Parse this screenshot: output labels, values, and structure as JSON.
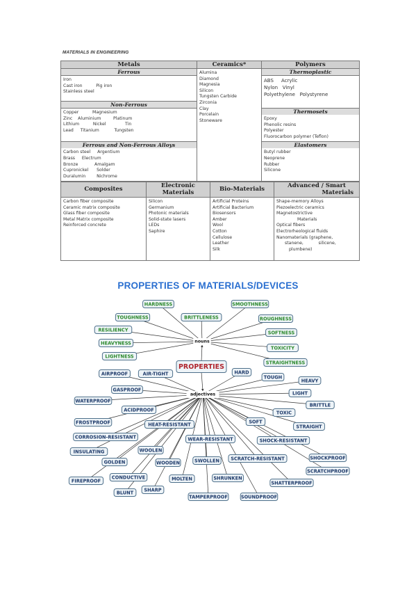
{
  "document": {
    "title": "MATERIALS IN ENGINEERING",
    "properties_title": "PROPERTIES OF MATERIALS/DEVICES"
  },
  "materials_top": {
    "metals": {
      "header": "Metals",
      "ferrous_header": "Ferrous",
      "ferrous_lines": [
        "Iron",
        "Cast iron          Pig iron",
        "Stainless steel"
      ],
      "nonferrous_header": "Non-Ferrous",
      "nonferrous_lines": [
        "Copper          Magnesium",
        "Zinc    Aluminium         Platinum",
        "Lithium          Nickel              Tin",
        "Lead     Titanium           Tungsten"
      ],
      "alloys_header": "Ferrous and Non-Ferrous Alloys",
      "alloys_lines": [
        "Carbon steel     Argentium",
        "Brass     Electrum",
        "Bronze            Amalgam",
        "Cupronickel      Solder",
        "Duralumin        Nichrome"
      ]
    },
    "ceramics": {
      "header": "Ceramics*",
      "items": [
        "Alumina",
        "Diamond",
        "Magnesia",
        "Silicon",
        "Tungsten Carbide",
        "Zirconia",
        "Clay",
        "Porcelain",
        "Stoneware"
      ]
    },
    "polymers": {
      "header": "Polymers",
      "thermoplastic_header": "Thermoplastic",
      "thermoplastic_lines": [
        "ABS     Acrylic",
        "Nylon   Vinyl",
        "Polyethylene   Polystyrene"
      ],
      "thermosets_header": "Thermosets",
      "thermosets_lines": [
        "Epoxy",
        "Phenolic resins",
        "Polyester",
        "Fluorocarbon polymer (Teflon)"
      ],
      "elastomers_header": "Elastomers",
      "elastomers_lines": [
        "Butyl rubber",
        "Neoprene",
        "Rubber",
        "Silicone"
      ]
    }
  },
  "materials_bottom": {
    "composites": {
      "header": "Composites",
      "items": [
        "Carbon fiber composite",
        "Ceramic matrix composite",
        "Glass fiber composite",
        "Metal Matrix composite",
        "Reinforced concrete"
      ]
    },
    "electronic": {
      "header_line1": "Electronic",
      "header_line2": "Materials",
      "items": [
        "Silicon",
        "Germanium",
        "Photonic materials",
        "Solid-state lasers",
        "LEDs",
        "Saphire"
      ]
    },
    "bio": {
      "header": "Bio-Materials",
      "items": [
        "Artificial Proteins",
        "Artificial Bacterium",
        "Biosensors",
        "Amber",
        "Wool",
        "Cotton",
        "Cellulose",
        "Leather",
        "Silk"
      ]
    },
    "smart": {
      "header_line1": "Advanced / Smart",
      "header_line2": "Materials",
      "items": [
        "Shape-memory Alloys",
        "Piezoelectric ceramics",
        "Magnetostrictive",
        "Materials",
        "Optical fibers",
        "Electrorheological fluids",
        "Nanomaterials (graphene,",
        "stanene,           silicene,",
        "plumbene)"
      ]
    }
  },
  "concept_map": {
    "center": "PROPERTIES",
    "nouns_hub": "nouns",
    "adjectives_hub": "adjectives",
    "nouns": [
      "HARDNESS",
      "SMOOTHNESS",
      "TOUGHNESS",
      "BRITTLENESS",
      "ROUGHNESS",
      "RESILIENCY",
      "SOFTNESS",
      "HEAVYNESS",
      "TOXICITY",
      "LIGHTNESS",
      "STRAIGHTNESS"
    ],
    "adjectives": [
      "AIRPROOF",
      "AIR-TIGHT",
      "HARD",
      "TOUGH",
      "HEAVY",
      "GASPROOF",
      "LIGHT",
      "WATERPROOF",
      "BRITTLE",
      "ACIDPROOF",
      "TOXIC",
      "SOFT",
      "STRAIGHT",
      "FROSTPROOF",
      "HEAT-RESISTANT",
      "CORROSION-RESISTANT",
      "WEAR-RESISTANT",
      "SHOCK-RESISTANT",
      "INSULATING",
      "WOOLEN",
      "GOLDEN",
      "WOODEN",
      "SWOLLEN",
      "SCRATCH-RESISTANT",
      "SHOCKPROOF",
      "CONDUCTIVE",
      "SCRATCHPROOF",
      "FIREPROOF",
      "MOLTEN",
      "SHRUNKEN",
      "SHATTERPROOF",
      "BLUNT",
      "SHARP",
      "TAMPERPROOF",
      "SOUNDPROOF"
    ]
  }
}
